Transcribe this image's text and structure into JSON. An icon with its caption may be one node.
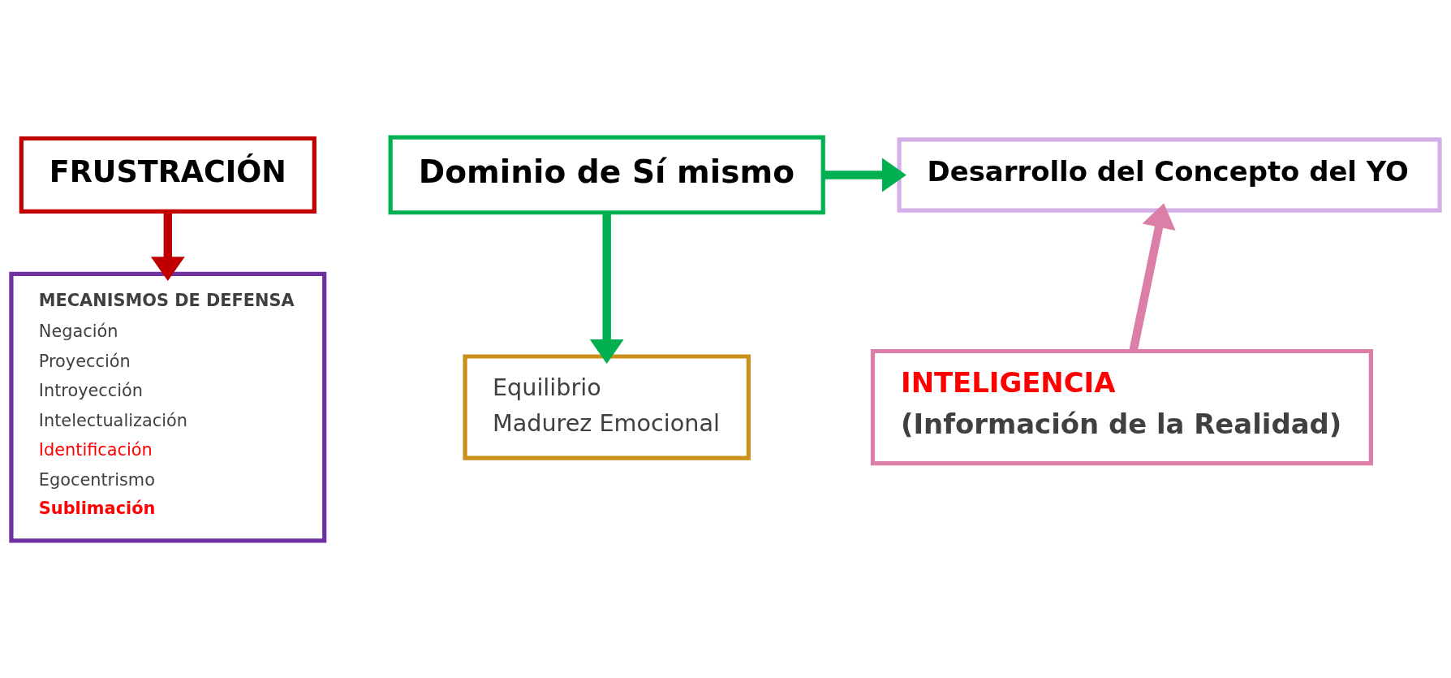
{
  "diagram": {
    "nodes": [
      {
        "text": [
          "FRUSTRACIÓN"
        ]
      },
      {
        "text": [
          "MECANISMOS DE DEFENSA",
          "Negación",
          "Proyección",
          "Introyección",
          "Intelectualización",
          "Identificación",
          "Egocentrismo",
          "Sublimación"
        ]
      },
      {
        "text": [
          "Dominio de Sí mismo"
        ]
      },
      {
        "text": [
          "Equilibrio",
          "Madurez Emocional"
        ]
      },
      {
        "text": [
          "Desarrollo del Concepto del YO"
        ]
      },
      {
        "text": [
          "INTELIGENCIA",
          "(Información de la Realidad)"
        ]
      }
    ],
    "edges": [
      {
        "from": 0,
        "to": 1,
        "arrow": "to",
        "color": "#c00000"
      },
      {
        "from": 2,
        "to": 3,
        "arrow": "to",
        "color": "#00b050"
      },
      {
        "from": 2,
        "to": 4,
        "arrow": "to",
        "color": "#00b050"
      },
      {
        "from": 5,
        "to": 4,
        "arrow": "to",
        "color": "#db7fa8"
      }
    ]
  }
}
